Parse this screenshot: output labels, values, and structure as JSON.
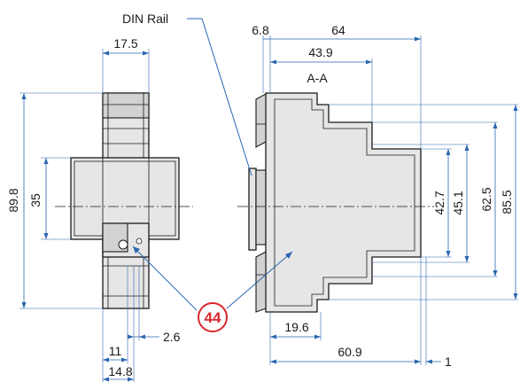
{
  "labels": {
    "din_rail": "DIN Rail",
    "section": "A-A",
    "callout": "44"
  },
  "dimensions": {
    "side_top_width": "17.5",
    "side_total_height": "89.8",
    "side_mid_height": "35",
    "side_bottom_gap": "2.6",
    "side_bottom_a": "11",
    "side_bottom_b": "14.8",
    "section_rail_offset": "6.8",
    "section_total_depth": "64",
    "section_upper_depth": "43.9",
    "section_h1": "42.7",
    "section_h2": "45.1",
    "section_h3": "62.5",
    "section_h4": "85.5",
    "section_bottom_a": "19.6",
    "section_bottom_b": "60.9",
    "section_bottom_c": "1"
  },
  "colors": {
    "dimension_line": "#2a66b0",
    "callout": "#d8282c",
    "outline": "#1a1a1a"
  }
}
